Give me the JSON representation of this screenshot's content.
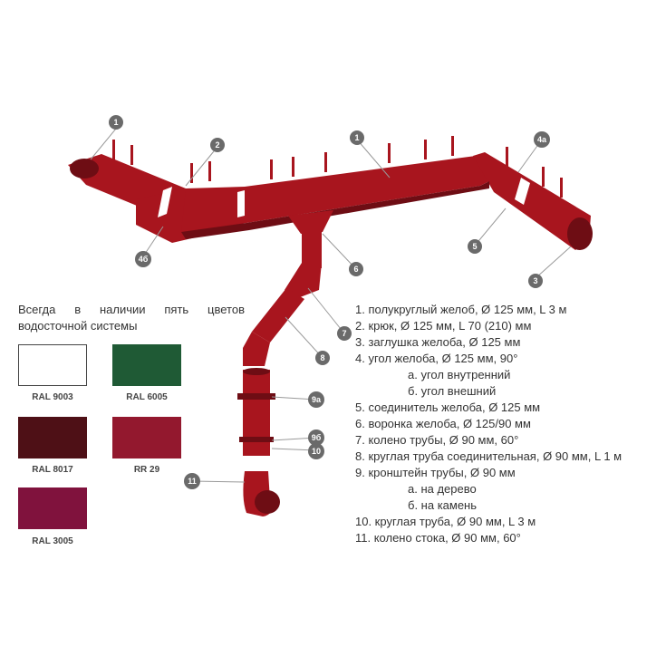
{
  "colors_caption": "Всегда в наличии пять цветов водосточной системы",
  "product_color": "#a8151e",
  "product_shade": "#6e0d14",
  "swatches": [
    {
      "label": "RAL 9003",
      "color": "#ffffff"
    },
    {
      "label": "RAL 6005",
      "color": "#1f5a35"
    },
    {
      "label": "RAL 8017",
      "color": "#4e1016"
    },
    {
      "label": "RR 29",
      "color": "#93182e"
    },
    {
      "label": "RAL 3005",
      "color": "#80123d"
    }
  ],
  "callouts": [
    "1",
    "2",
    "3",
    "4а",
    "4б",
    "5",
    "6",
    "7",
    "8",
    "9а",
    "9б",
    "10",
    "11"
  ],
  "legend": [
    "1. полукруглый желоб, Ø 125 мм, L 3 м",
    "2. крюк, Ø 125 мм, L 70 (210) мм",
    "3. заглушка желоба, Ø 125 мм",
    "4. угол желоба, Ø 125 мм, 90°",
    "а. угол внутренний",
    "б. угол внешний",
    "5. соединитель желоба, Ø 125 мм",
    "6. воронка желоба, Ø 125/90 мм",
    "7. колено трубы, Ø 90 мм, 60°",
    "8. круглая труба соединительная, Ø 90 мм,  L 1 м",
    "9. кронштейн трубы, Ø 90 мм",
    "а. на дерево",
    "б. на камень",
    "10. круглая труба, Ø 90 мм, L 3 м",
    "11. колено стока, Ø 90 мм, 60°"
  ]
}
